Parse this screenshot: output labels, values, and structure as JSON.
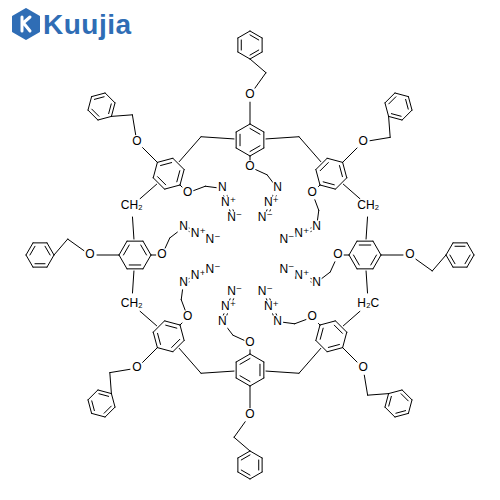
{
  "diagram": {
    "labels": [
      "Kuujia",
      "O",
      "O",
      "N",
      "N⁺",
      "N⁻",
      "O",
      "O",
      "N",
      "N⁺",
      "N⁻",
      "O",
      "O",
      "N",
      "N⁺",
      "N⁻",
      "O",
      "O",
      "N",
      "N⁺",
      "N⁻",
      "O",
      "O",
      "N",
      "N⁺",
      "N⁻",
      "O",
      "O",
      "N",
      "N⁺",
      "N⁻",
      "O",
      "O",
      "N",
      "N⁺",
      "N⁻",
      "O",
      "O",
      "N",
      "N⁺",
      "N⁻",
      "CH₂",
      "H₂C",
      "CH₂",
      "CH₂"
    ]
  }
}
